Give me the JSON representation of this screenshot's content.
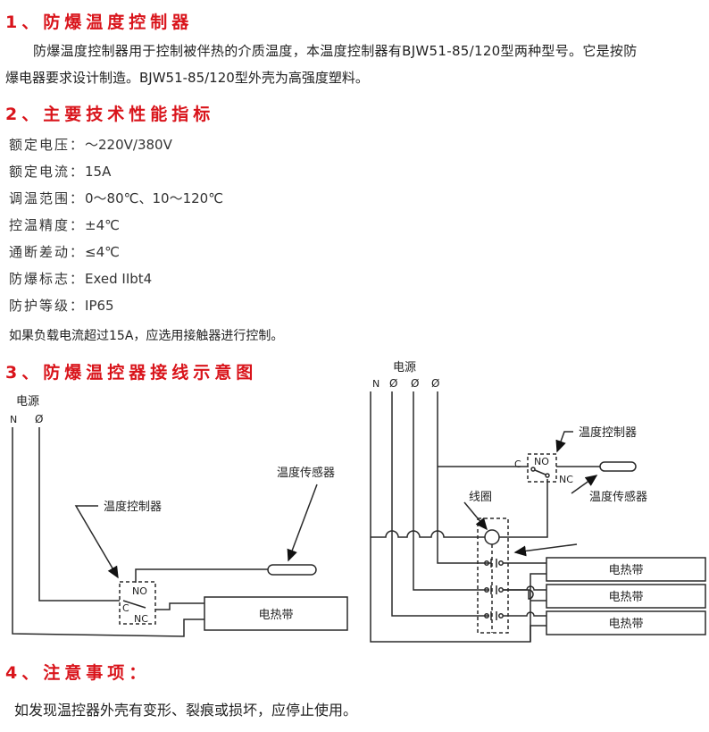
{
  "sections": {
    "s1": {
      "title": "1、防爆温度控制器",
      "line1": "防爆温度控制器用于控制被伴热的介质温度，本温度控制器有BJW51-85/120型两种型号。它是按防",
      "line2": "爆电器要求设计制造。BJW51-85/120型外壳为高强度塑料。"
    },
    "s2": {
      "title": "2、主要技术性能指标",
      "specs": [
        {
          "key": "额定电压：",
          "value": "～220V/380V"
        },
        {
          "key": "额定电流：",
          "value": "15A"
        },
        {
          "key": "调温范围：",
          "value": "0～80℃、10～120℃"
        },
        {
          "key": "控温精度：",
          "value": "±4℃"
        },
        {
          "key": "通断差动：",
          "value": "≤4℃"
        },
        {
          "key": "防爆标志：",
          "value": "Exed IIbt4"
        },
        {
          "key": "防护等级：",
          "value": "IP65"
        }
      ],
      "note": "如果负载电流超过15A，应选用接触器进行控制。"
    },
    "s3": {
      "title": "3、防爆温控器接线示意图",
      "left": {
        "power": "电源",
        "n": "N",
        "phase": "Ø",
        "controller": "温度控制器",
        "sensor": "温度传感器",
        "no": "NO",
        "c": "C",
        "nc": "NC",
        "heater": "电热带"
      },
      "right": {
        "power": "电源",
        "n": "N",
        "phases": [
          "Ø",
          "Ø",
          "Ø"
        ],
        "controller": "温度控制器",
        "sensor": "温度传感器",
        "coil": "线圈",
        "c": "C",
        "no": "NO",
        "nc": "NC",
        "heaters": [
          "电热带",
          "电热带",
          "电热带"
        ]
      }
    },
    "s4": {
      "title": "4、注意事项：",
      "text": "如发现温控器外壳有变形、裂痕或损坏，应停止使用。"
    }
  },
  "colors": {
    "heading": "#d9141b",
    "line": "#2a2a2a"
  }
}
